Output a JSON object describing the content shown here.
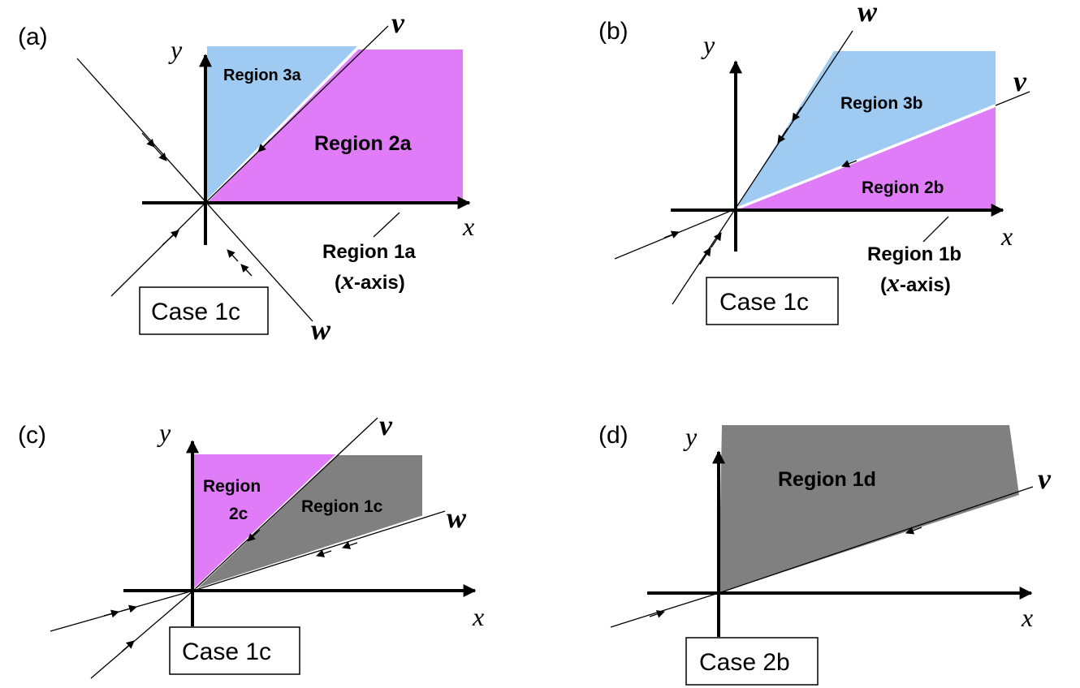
{
  "colors": {
    "blue_region": "#9fcbf3",
    "magenta_region": "#e07cf8",
    "gray_region": "#808080"
  },
  "panels": {
    "a": {
      "tag": "(a)",
      "x_label": "x",
      "y_label": "y",
      "v_label": "v",
      "w_label": "w",
      "region_3": "Region  3a",
      "region_2": "Region 2a",
      "region_1_line1": "Region 1a",
      "region_1_line2_open": "(",
      "region_1_line2_x": "x",
      "region_1_line2_rest": "-axis)",
      "case": "Case 1c"
    },
    "b": {
      "tag": "(b)",
      "x_label": "x",
      "y_label": "y",
      "v_label": "v",
      "w_label": "w",
      "region_3": "Region  3b",
      "region_2": "Region  2b",
      "region_1_line1": "Region 1b",
      "region_1_line2_open": "(",
      "region_1_line2_x": "x",
      "region_1_line2_rest": "-axis)",
      "case": "Case 1c"
    },
    "c": {
      "tag": "(c)",
      "x_label": "x",
      "y_label": "y",
      "v_label": "v",
      "w_label": "w",
      "region_2_line1": "Region",
      "region_2_line2": "2c",
      "region_1": "Region  1c",
      "case": "Case 1c"
    },
    "d": {
      "tag": "(d)",
      "x_label": "x",
      "y_label": "y",
      "v_label": "v",
      "region_1": "Region 1d",
      "case": "Case 2b"
    }
  }
}
